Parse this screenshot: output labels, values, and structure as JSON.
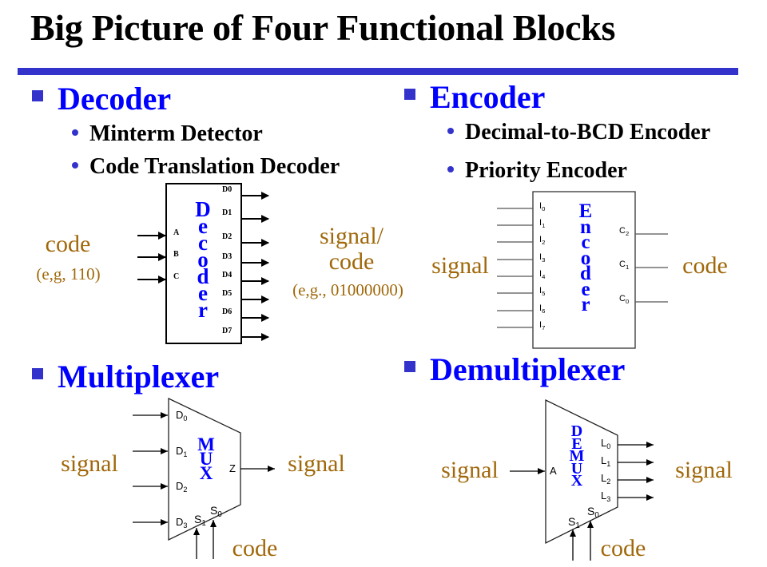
{
  "slide": {
    "title": "Big Picture of Four Functional Blocks",
    "accent_color": "#3333cc",
    "heading_color": "#0000ff",
    "label_color": "#a0680a"
  },
  "decoder": {
    "heading": "Decoder",
    "bullets": [
      "Minterm Detector",
      "Code Translation Decoder"
    ],
    "block_letters": [
      "D",
      "e",
      "c",
      "o",
      "d",
      "e",
      "r"
    ],
    "inputs": [
      "A",
      "B",
      "C"
    ],
    "outputs": [
      "D0",
      "D1",
      "D2",
      "D3",
      "D4",
      "D5",
      "D6",
      "D7"
    ],
    "input_label": "code",
    "input_example": "(e,g, 110)",
    "output_label_line1": "signal/",
    "output_label_line2": "code",
    "output_example": "(e,g., 01000000)"
  },
  "encoder": {
    "heading": "Encoder",
    "bullets": [
      "Decimal-to-BCD Encoder",
      "Priority Encoder"
    ],
    "block_letters": [
      "E",
      "n",
      "c",
      "o",
      "d",
      "e",
      "r"
    ],
    "inputs": [
      {
        "base": "I",
        "sub": "0"
      },
      {
        "base": "I",
        "sub": "1"
      },
      {
        "base": "I",
        "sub": "2"
      },
      {
        "base": "I",
        "sub": "3"
      },
      {
        "base": "I",
        "sub": "4"
      },
      {
        "base": "I",
        "sub": "5"
      },
      {
        "base": "I",
        "sub": "6"
      },
      {
        "base": "I",
        "sub": "7"
      }
    ],
    "outputs": [
      {
        "base": "C",
        "sub": "2"
      },
      {
        "base": "C",
        "sub": "1"
      },
      {
        "base": "C",
        "sub": "0"
      }
    ],
    "input_label": "signal",
    "output_label": "code"
  },
  "multiplexer": {
    "heading": "Multiplexer",
    "block_letters": [
      "M",
      "U",
      "X"
    ],
    "inputs": [
      {
        "base": "D",
        "sub": "0"
      },
      {
        "base": "D",
        "sub": "1"
      },
      {
        "base": "D",
        "sub": "2"
      },
      {
        "base": "D",
        "sub": "3"
      }
    ],
    "output": "Z",
    "selects": [
      {
        "base": "S",
        "sub": "1"
      },
      {
        "base": "S",
        "sub": "0"
      }
    ],
    "input_label": "signal",
    "output_label": "signal",
    "select_label": "code"
  },
  "demultiplexer": {
    "heading": "Demultiplexer",
    "block_letters": [
      "D",
      "E",
      "M",
      "U",
      "X"
    ],
    "input": "A",
    "outputs": [
      {
        "base": "L",
        "sub": "0"
      },
      {
        "base": "L",
        "sub": "1"
      },
      {
        "base": "L",
        "sub": "2"
      },
      {
        "base": "L",
        "sub": "3"
      }
    ],
    "selects": [
      {
        "base": "S",
        "sub": "1"
      },
      {
        "base": "S",
        "sub": "0"
      }
    ],
    "input_label": "signal",
    "output_label": "signal",
    "select_label": "code"
  }
}
